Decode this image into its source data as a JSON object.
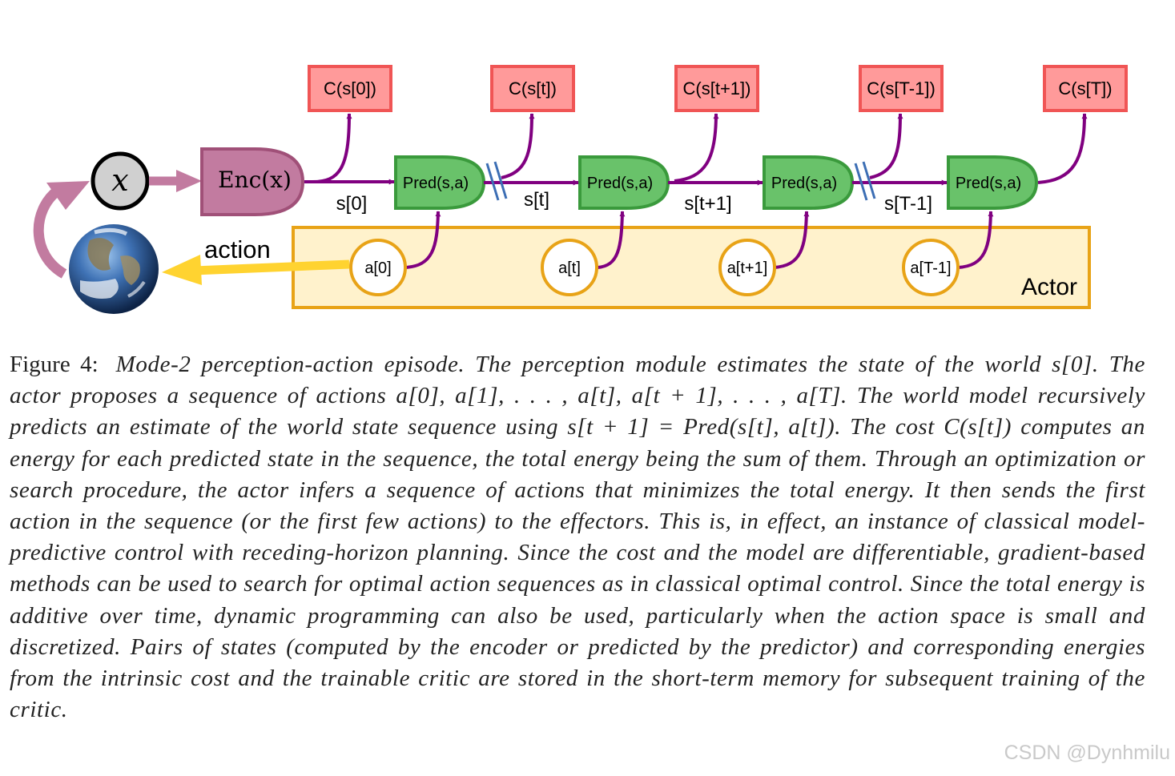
{
  "diagram": {
    "input_symbol": "x",
    "encoder_label": "Enc(x)",
    "predictor_label": "Pred(s,a)",
    "cost_labels": [
      "C(s[0])",
      "C(s[t])",
      "C(s[t+1])",
      "C(s[T-1])",
      "C(s[T])"
    ],
    "state_labels": [
      "s[0]",
      "s[t]",
      "s[t+1]",
      "s[T-1]"
    ],
    "action_labels": [
      "a[0]",
      "a[t]",
      "a[t+1]",
      "a[T-1]"
    ],
    "action_arrow_label": "action",
    "actor_label": "Actor",
    "colors": {
      "cost_fill": "#ff9a9a",
      "cost_stroke": "#f05555",
      "predictor_fill": "#69c26a",
      "predictor_stroke": "#3a9a3c",
      "encoder_fill": "#c27ba0",
      "encoder_stroke": "#a05078",
      "actor_fill": "#fff2cc",
      "actor_stroke": "#e8a317",
      "arrow_purple": "#800080",
      "arrow_yellow": "#ffd330",
      "arrow_pink": "#c27ba0",
      "cut_mark": "#3c6eb4"
    }
  },
  "caption": {
    "label": "Figure 4:",
    "text": "Mode-2 perception-action episode. The perception module estimates the state of the world s[0]. The actor proposes a sequence of actions a[0], a[1], . . . , a[t], a[t + 1], . . . , a[T]. The world model recursively predicts an estimate of the world state sequence using s[t + 1] = Pred(s[t], a[t]). The cost C(s[t]) computes an energy for each predicted state in the sequence, the total energy being the sum of them. Through an optimization or search procedure, the actor infers a sequence of actions that minimizes the total energy. It then sends the first action in the sequence (or the first few actions) to the effectors. This is, in effect, an instance of classical model-predictive control with receding-horizon planning. Since the cost and the model are differentiable, gradient-based methods can be used to search for optimal action sequences as in classical optimal control. Since the total energy is additive over time, dynamic programming can also be used, particularly when the action space is small and discretized. Pairs of states (computed by the encoder or predicted by the predictor) and corresponding energies from the intrinsic cost and the trainable critic are stored in the short-term memory for subsequent training of the critic."
  },
  "watermark": "CSDN @Dynhmilu"
}
